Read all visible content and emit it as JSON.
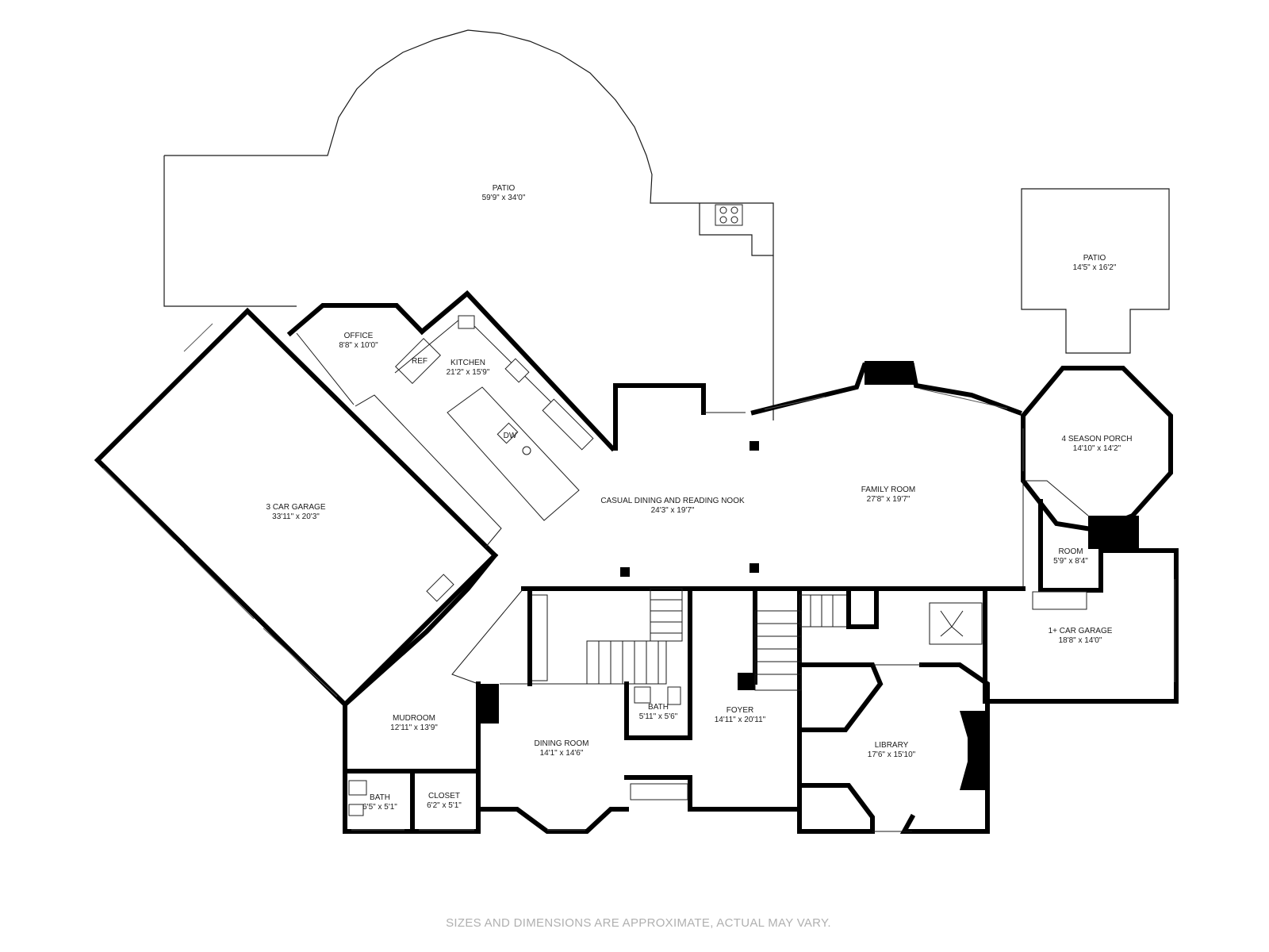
{
  "rooms": {
    "patio_main": {
      "name": "PATIO",
      "dims": "59'9\" x 34'0\""
    },
    "patio_small": {
      "name": "PATIO",
      "dims": "14'5\" x 16'2\""
    },
    "office": {
      "name": "OFFICE",
      "dims": "8'8\" x 10'0\""
    },
    "kitchen": {
      "name": "KITCHEN",
      "dims": "21'2\" x 15'9\""
    },
    "garage3": {
      "name": "3 CAR GARAGE",
      "dims": "33'11\" x 20'3\""
    },
    "casual_dining": {
      "name": "CASUAL DINING AND READING NOOK",
      "dims": "24'3\" x 19'7\""
    },
    "family_room": {
      "name": "FAMILY ROOM",
      "dims": "27'8\" x 19'7\""
    },
    "porch": {
      "name": "4 SEASON PORCH",
      "dims": "14'10\" x 14'2\""
    },
    "room": {
      "name": "ROOM",
      "dims": "5'9\" x 8'4\""
    },
    "garage1": {
      "name": "1+ CAR GARAGE",
      "dims": "18'8\" x 14'0\""
    },
    "mudroom": {
      "name": "MUDROOM",
      "dims": "12'11\" x 13'9\""
    },
    "bath_small": {
      "name": "BATH",
      "dims": "6'5\" x 5'1\""
    },
    "closet": {
      "name": "CLOSET",
      "dims": "6'2\" x 5'1\""
    },
    "dining": {
      "name": "DINING ROOM",
      "dims": "14'1\" x 14'6\""
    },
    "bath_mid": {
      "name": "BATH",
      "dims": "5'11\" x 5'6\""
    },
    "foyer": {
      "name": "FOYER",
      "dims": "14'11\" x 20'11\""
    },
    "library": {
      "name": "LIBRARY",
      "dims": "17'6\" x 15'10\""
    }
  },
  "appliances": {
    "ref": "REF",
    "dw": "DW"
  },
  "disclaimer": "SIZES AND DIMENSIONS ARE APPROXIMATE, ACTUAL MAY VARY."
}
